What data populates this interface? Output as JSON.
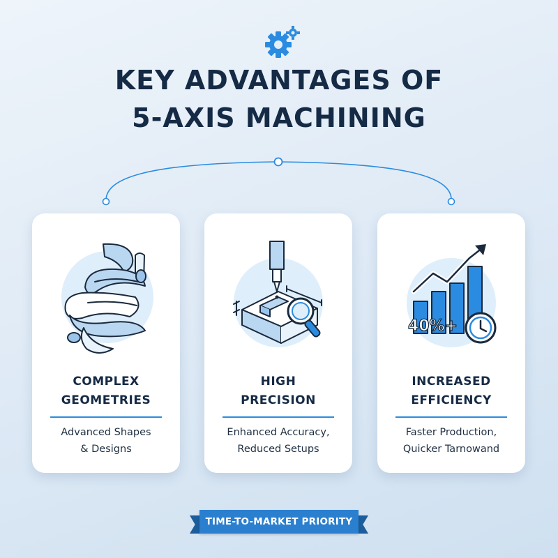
{
  "header": {
    "icon": "gear-icon",
    "title_line1": "KEY ADVANTAGES OF",
    "title_line2": "5-AXIS MACHINING"
  },
  "cards": [
    {
      "icon": "complex-geometry-icon",
      "title_line1": "COMPLEX",
      "title_line2": "GEOMETRIES",
      "desc_line1": "Advanced Shapes",
      "desc_line2": "& Designs"
    },
    {
      "icon": "precision-machining-icon",
      "title_line1": "HIGH",
      "title_line2": "PRECISION",
      "desc_line1": "Enhanced Accuracy,",
      "desc_line2": "Reduced Setups"
    },
    {
      "icon": "efficiency-chart-icon",
      "illus_text": "40%+",
      "title_line1": "INCREASED",
      "title_line2": "EFFICIENCY",
      "desc_line1": "Faster Production,",
      "desc_line2": "Quicker Tarnowand"
    }
  ],
  "footer": {
    "ribbon_label": "TIME-TO-MARKET PRIORITY"
  },
  "colors": {
    "accent": "#2b8be0",
    "title": "#152a45",
    "ribbon": "#2a7fcf",
    "light_blue": "#aacdee"
  }
}
